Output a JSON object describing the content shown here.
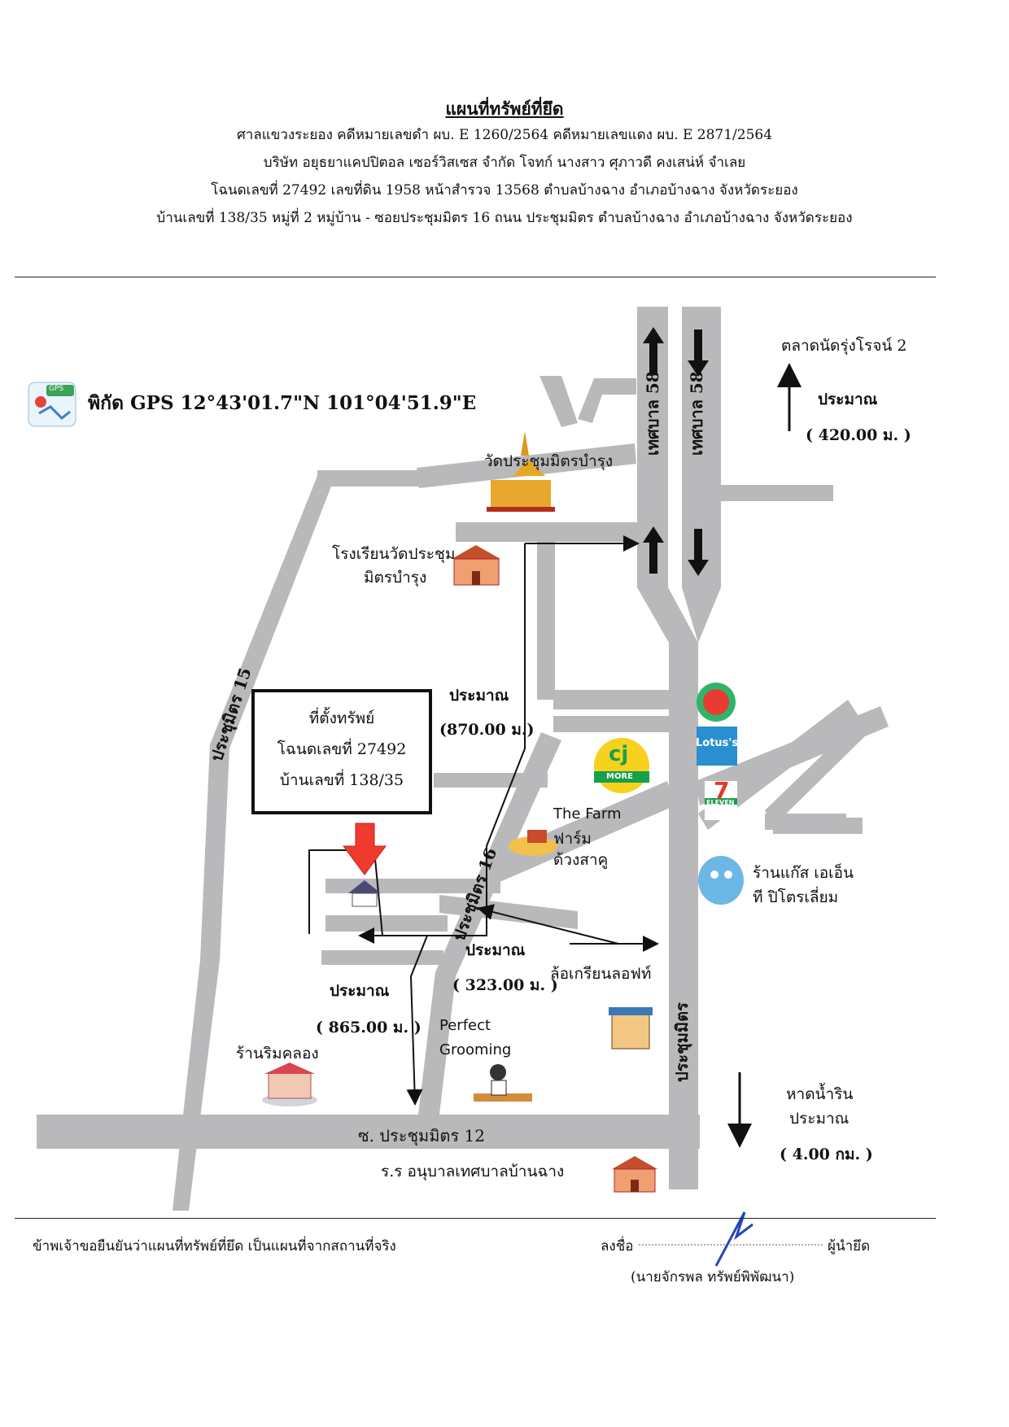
{
  "header": {
    "title": "แผนที่ทรัพย์ที่ยึด",
    "line1": "ศาลแขวงระยอง  คดีหมายเลขดำ ผบ. E 1260/2564  คดีหมายเลขแดง ผบ. E 2871/2564",
    "line2": "บริษัท อยุธยาแคปปิตอล เซอร์วิสเซส จำกัด    โจทก์  นางสาว ศุภาวดี คงเสน่ห์     จำเลย",
    "line3": "โฉนดเลขที่ 27492  เลขที่ดิน 1958 หน้าสำรวจ 13568   ตำบลบ้างฉาง  อำเภอบ้างฉาง  จังหวัดระยอง",
    "line4": "บ้านเลขที่ 138/35 หมู่ที่  2  หมู่บ้าน -   ซอยประชุมมิตร 16   ถนน ประชุมมิตร     ตำบลบ้างฉาง  อำเภอบ้างฉาง  จังหวัดระยอง"
  },
  "gps": {
    "icon_text": "GPS",
    "label": "พิกัด GPS 12°43'01.7\"N 101°04'51.9\"E"
  },
  "property_box": {
    "line1": "ที่ตั้งทรัพย์",
    "line2": "โฉนดเลขที่ 27492",
    "line3": "บ้านเลขที่  138/35"
  },
  "roads": {
    "thesaban_left": "เทศบาล 58",
    "thesaban_right": "เทศบาล 58",
    "prachummit_15": "ประชุมิตร 15",
    "prachummit_16": "ประชุมิตร 16",
    "prachummit_main": "ประชุมมิตร",
    "soi_12": "ซ. ประชุมมิตร 12"
  },
  "landmarks": {
    "temple": "วัดประชุมมิตรบำรุง",
    "school_line1": "โรงเรียนวัดประชุม",
    "school_line2": "มิตรบำรุง",
    "market": "ตลาดนัดรุ่งโรจน์ 2",
    "farm_en": "The Farm",
    "farm_th1": "ฟาร์ม",
    "farm_th2": "ด้วงสาคู",
    "gas_line1": "ร้านแก๊ส เอเอ็น",
    "gas_line2": "ที ปิโตรเลี่ยม",
    "tyre": "ล้อเกรียนลอฟท์",
    "grooming1": "Perfect",
    "grooming2": "Grooming",
    "canal_shop": "ร้านริมคลอง",
    "beach_line1": "หาดน้ำริน",
    "beach_line2": "ประมาณ",
    "kindergarten": "ร.ร อนุบาลเทศบาลบ้านฉาง",
    "lotus": "Lotus's",
    "seven": "7",
    "seven_sub": "ELEVEN",
    "cj": "cj",
    "cj_sub": "MORE"
  },
  "distances": {
    "approx": "ประมาณ",
    "market": "( 420.00 ม. )",
    "d870": "(870.00 ม.)",
    "d323": "( 323.00 ม. )",
    "d865": "( 865.00 ม. )",
    "beach": "( 4.00 กม. )"
  },
  "footer": {
    "statement": "ข้าพเจ้าขอยืนยันว่าแผนที่ทรัพย์ที่ยึด เป็นแผนที่จากสถานที่จริง",
    "sign_label": "ลงชื่อ",
    "sign_role": "ผู้นำยึด",
    "signer": "(นายจักรพล   ทรัพย์พิพัฒนา)"
  },
  "colors": {
    "road": "#b9b9bb",
    "arrow_marker": "#ee3b2e",
    "black": "#111111"
  }
}
